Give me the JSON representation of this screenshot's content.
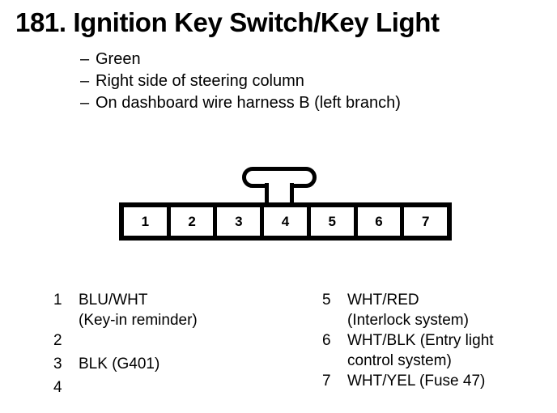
{
  "document": {
    "section_number": "181.",
    "title": "181. Ignition Key Switch/Key Light",
    "notes": [
      "Green",
      "Right side of steering column",
      "On dashboard wire harness B (left branch)"
    ],
    "note_dash": "–"
  },
  "connector": {
    "type": "7-pin inline connector",
    "latch": "locking tab",
    "pins": [
      {
        "number": "1"
      },
      {
        "number": "2"
      },
      {
        "number": "3"
      },
      {
        "number": "4"
      },
      {
        "number": "5"
      },
      {
        "number": "6"
      },
      {
        "number": "7"
      }
    ]
  },
  "legend": {
    "left_column": [
      {
        "number": "1",
        "wire": "BLU/WHT",
        "detail": "(Key-in reminder)"
      },
      {
        "number": "2",
        "wire": "",
        "detail": ""
      },
      {
        "number": "3",
        "wire": "BLK (G401)",
        "detail": ""
      },
      {
        "number": "4",
        "wire": "",
        "detail": ""
      }
    ],
    "right_column": [
      {
        "number": "5",
        "wire": "WHT/RED",
        "detail": "(Interlock system)"
      },
      {
        "number": "6",
        "wire": "WHT/BLK (Entry light",
        "detail": "control system)"
      },
      {
        "number": "7",
        "wire": "WHT/YEL (Fuse 47)",
        "detail": ""
      }
    ]
  },
  "colors": {
    "ink": "#000000",
    "background": "#ffffff"
  }
}
